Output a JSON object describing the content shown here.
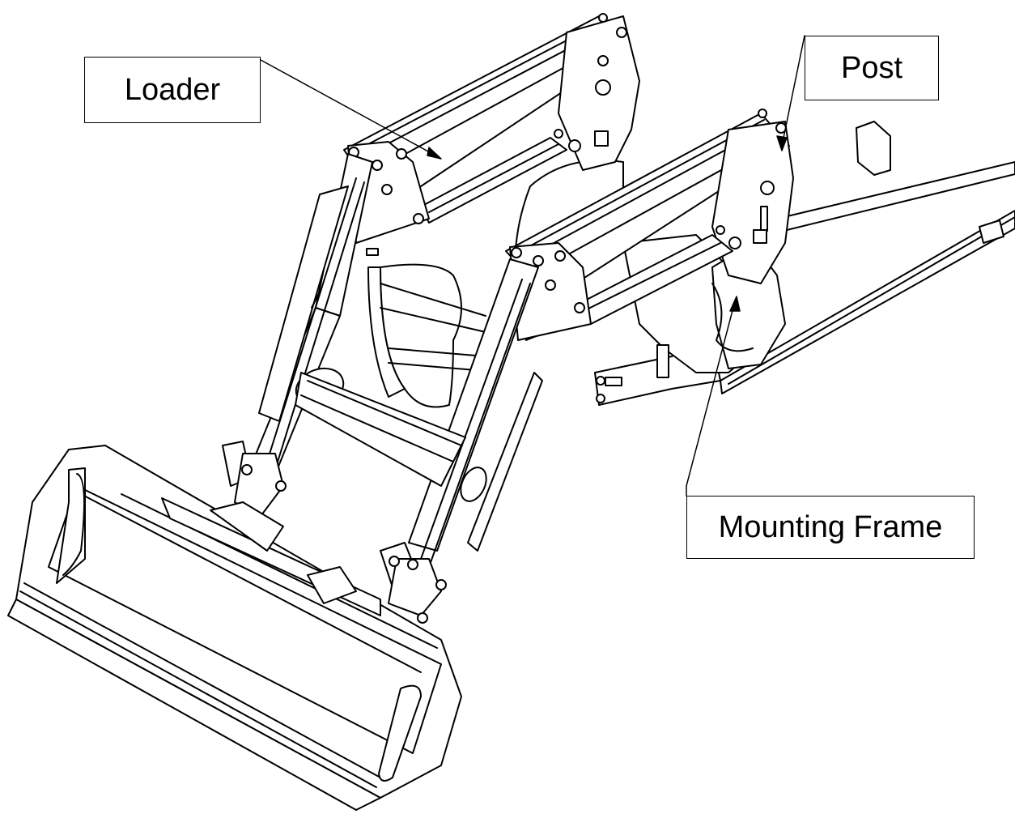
{
  "labels": {
    "loader": "Loader",
    "post": "Post",
    "mounting_frame": "Mounting Frame"
  }
}
